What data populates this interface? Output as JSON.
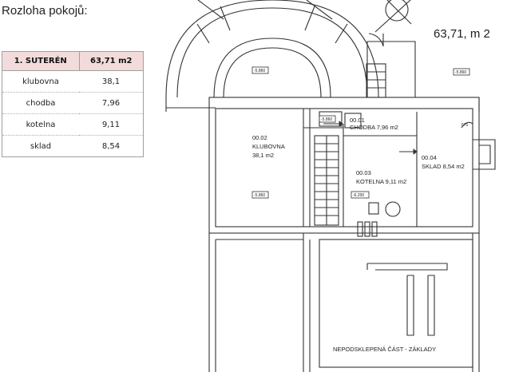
{
  "heading": "Rozloha pokojů:",
  "table": {
    "header": [
      "1. SUTERÉN",
      "63,71 m2"
    ],
    "rows": [
      {
        "name": "klubovna",
        "area": "38,1"
      },
      {
        "name": "chodba",
        "area": "7,96"
      },
      {
        "name": "kotelna",
        "area": "9,11"
      },
      {
        "name": "sklad",
        "area": "8,54"
      }
    ],
    "header_color": "#f2dcdb"
  },
  "plan": {
    "total": "63,71, m 2",
    "rooms": [
      {
        "id": "00.02",
        "name": "KLUBOVNA",
        "area": "38,1 m2"
      },
      {
        "id": "00.01",
        "name": "CHODBA 7,96 m2"
      },
      {
        "id": "00.03",
        "name": "KOTELNA 9,11 m2"
      },
      {
        "id": "00.04",
        "name": "SKLAD 8,54 m2"
      }
    ],
    "levels": [
      "-5.860",
      "-5.860",
      "-5.860",
      "-5.860",
      "-6.200"
    ],
    "dimension": "675",
    "basement_note": "NEPODSKLEPENÁ ČÁST - ZÁKLADY",
    "line_color": "#333333"
  }
}
